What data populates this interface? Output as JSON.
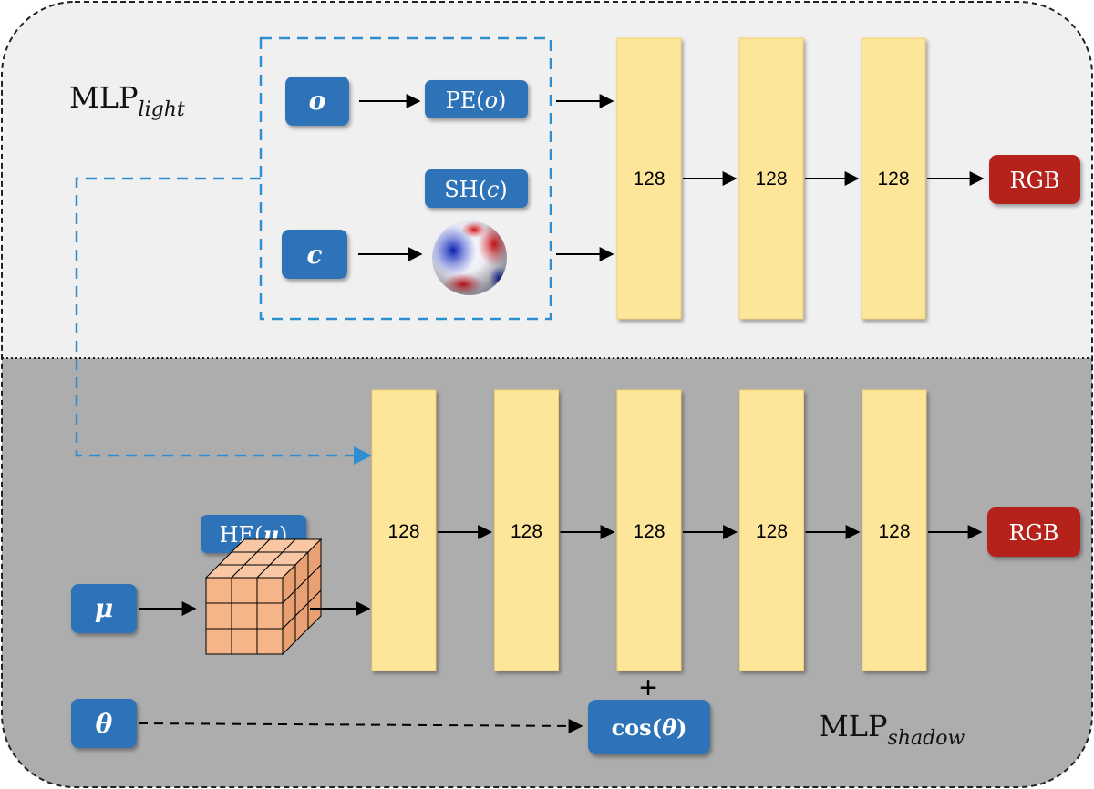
{
  "sections": {
    "light": {
      "title_main": "MLP",
      "title_sub": "light"
    },
    "shadow": {
      "title_main": "MLP",
      "title_sub": "shadow"
    }
  },
  "inputs": {
    "o": "o",
    "c": "c",
    "mu": "μ",
    "theta": "θ"
  },
  "encodings": {
    "pe": {
      "prefix": "PE(",
      "var": "o",
      "suffix": ")"
    },
    "sh": {
      "prefix": "SH(",
      "var": "c",
      "suffix": ")"
    },
    "he": {
      "prefix": "HE(",
      "var": "μ",
      "suffix": ")"
    },
    "cos": {
      "prefix": "cos(",
      "var": "θ",
      "suffix": ")"
    }
  },
  "layers": {
    "light": [
      "128",
      "128",
      "128"
    ],
    "shadow": [
      "128",
      "128",
      "128",
      "128",
      "128"
    ]
  },
  "outputs": {
    "light_rgb": "RGB",
    "shadow_rgb": "RGB"
  },
  "plus_sign": "+",
  "colors": {
    "input_blue": "#2f73b8",
    "layer_yellow": "#fde699",
    "rgb_red": "#b5221f",
    "panel_light": "#f1f0f1",
    "panel_shadow": "#adadad",
    "dashed_blue": "#2e8ed0",
    "cube_orange": "#f6b489"
  }
}
